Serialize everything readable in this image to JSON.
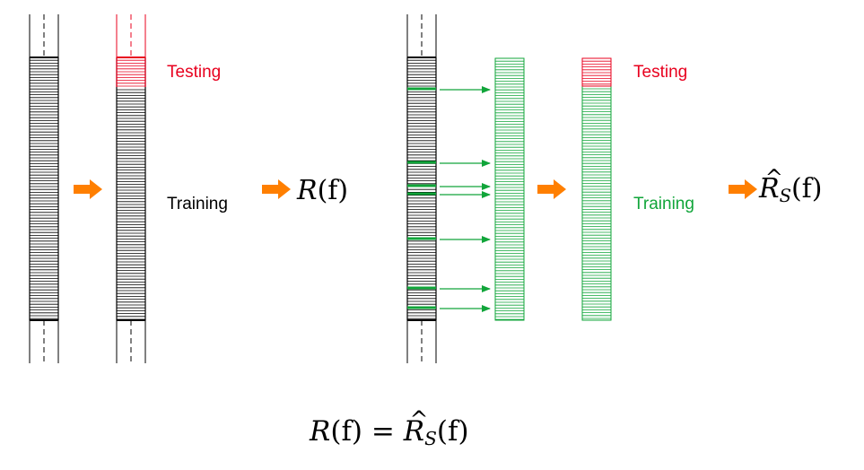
{
  "colors": {
    "black": "#000000",
    "red": "#e8001e",
    "green": "#11a53a",
    "orange": "#ff7f00"
  },
  "left_panel": {
    "testing_label": "Testing",
    "training_label": "Training",
    "result_math": {
      "name": "R",
      "paren": "(f)"
    }
  },
  "right_panel": {
    "testing_label": "Testing",
    "training_label": "Training",
    "result_math": {
      "name": "R",
      "sub": "S",
      "paren": "(f)"
    }
  },
  "equation": {
    "lhs_name": "R",
    "lhs_paren": "(f)",
    "equals": "=",
    "rhs_name": "R",
    "rhs_sub": "S",
    "rhs_paren": "(f)"
  }
}
